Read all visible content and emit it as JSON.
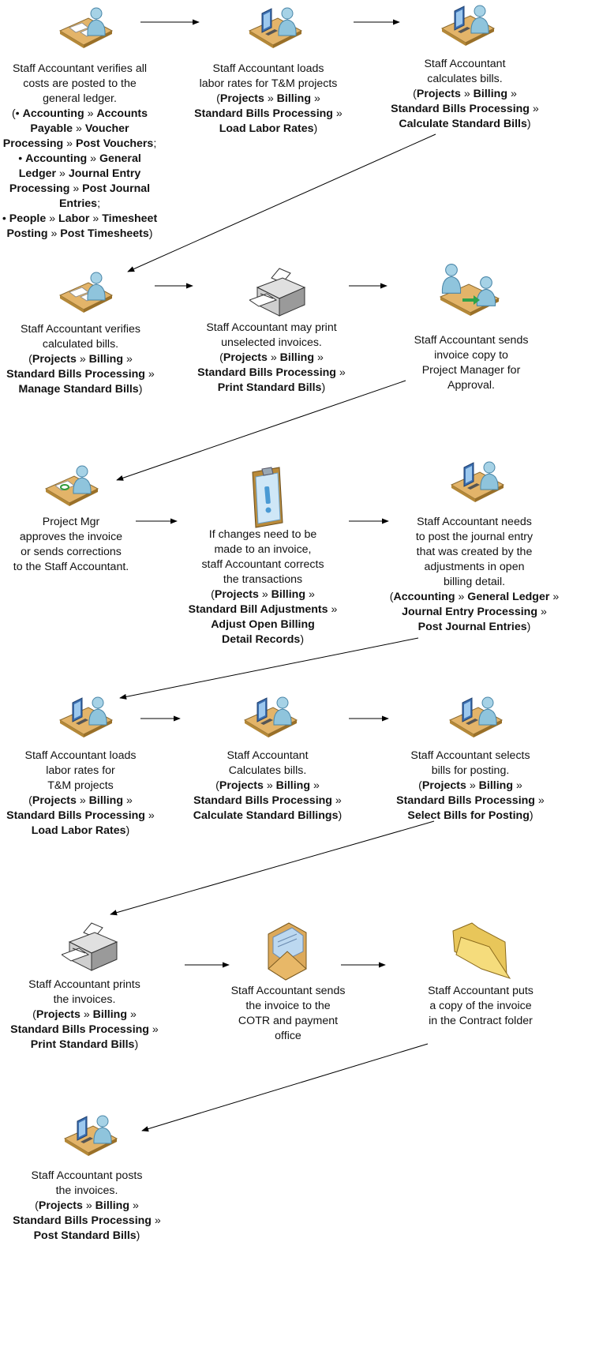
{
  "nodes": [
    {
      "id": "n1",
      "icon": "desk-worker-icon",
      "caption": [
        "Staff Accountant verifies all",
        "costs are posted to the",
        "general ledger.",
        "(• **Accounting** » **Accounts**",
        "**Payable** » **Voucher**",
        "**Processing** » **Post Vouchers**;",
        "• **Accounting** » **General**",
        "**Ledger** » **Journal Entry**",
        "**Processing** » **Post Journal**",
        "**Entries**;",
        "• **People** » **Labor** » **Timesheet**",
        "**Posting** » **Post Timesheets**)"
      ]
    },
    {
      "id": "n2",
      "icon": "computer-worker-icon",
      "caption": [
        "Staff Accountant loads",
        "labor rates for T&M projects",
        "(**Projects** » **Billing** »",
        "**Standard Bills Processing** »",
        "**Load Labor Rates**)"
      ]
    },
    {
      "id": "n3",
      "icon": "computer-worker-icon",
      "caption": [
        "Staff Accountant",
        "calculates bills.",
        "(**Projects** » **Billing** »",
        "**Standard Bills Processing** »",
        "**Calculate Standard Bills**)"
      ]
    },
    {
      "id": "n4",
      "icon": "desk-worker-icon",
      "caption": [
        "Staff Accountant verifies",
        "calculated bills.",
        "(**Projects** » **Billing** »",
        "**Standard Bills Processing** »",
        "**Manage Standard Bills**)"
      ]
    },
    {
      "id": "n5",
      "icon": "printer-icon",
      "caption": [
        "Staff Accountant may print",
        "unselected invoices.",
        "(**Projects** » **Billing** »",
        "**Standard Bills Processing** »",
        "**Print Standard Bills**)"
      ]
    },
    {
      "id": "n6",
      "icon": "meeting-icon",
      "caption": [
        "Staff Accountant sends",
        "invoice copy to",
        "Project Manager for",
        "Approval."
      ]
    },
    {
      "id": "n7",
      "icon": "approval-desk-icon",
      "caption": [
        "Project Mgr",
        "approves the invoice",
        "or sends corrections",
        "to the Staff Accountant."
      ]
    },
    {
      "id": "n8",
      "icon": "clipboard-alert-icon",
      "caption": [
        "If changes need to be",
        "made to an invoice,",
        "staff Accountant corrects",
        "the transactions",
        "(**Projects** » **Billing** »",
        "**Standard Bill Adjustments** »",
        "**Adjust Open Billing**",
        "**Detail Records**)"
      ]
    },
    {
      "id": "n9",
      "icon": "computer-worker-icon",
      "caption": [
        "Staff Accountant needs",
        "to post the journal entry",
        "that was created by the",
        "adjustments in open",
        "billing detail.",
        "(**Accounting** » **General Ledger** »",
        "**Journal Entry Processing** »",
        "**Post Journal Entries**)"
      ]
    },
    {
      "id": "n10",
      "icon": "computer-worker-icon",
      "caption": [
        "Staff Accountant loads",
        "labor rates for",
        "T&M projects",
        "(**Projects** » **Billing** »",
        "**Standard Bills Processing** »",
        "**Load Labor Rates**)"
      ]
    },
    {
      "id": "n11",
      "icon": "computer-worker-icon",
      "caption": [
        "Staff Accountant",
        "Calculates bills.",
        "(**Projects** » **Billing** »",
        "**Standard Bills Processing** »",
        "**Calculate Standard Billings**)"
      ]
    },
    {
      "id": "n12",
      "icon": "computer-worker-icon",
      "caption": [
        "Staff Accountant selects",
        "bills for posting.",
        "(**Projects** » **Billing** »",
        "**Standard Bills Processing** »",
        "**Select Bills for Posting**)"
      ]
    },
    {
      "id": "n13",
      "icon": "printer-icon",
      "caption": [
        "Staff Accountant prints",
        "the invoices.",
        "(**Projects** » **Billing** »",
        "**Standard Bills Processing** »",
        "**Print Standard Bills**)"
      ]
    },
    {
      "id": "n14",
      "icon": "envelope-icon",
      "caption": [
        "Staff Accountant sends",
        "the invoice to the",
        "COTR and payment",
        "office"
      ]
    },
    {
      "id": "n15",
      "icon": "folder-icon",
      "caption": [
        "Staff Accountant puts",
        "a copy of the invoice",
        "in the Contract folder"
      ]
    },
    {
      "id": "n16",
      "icon": "computer-worker-icon",
      "caption": [
        "Staff Accountant posts",
        "the invoices.",
        "(**Projects** » **Billing** »",
        "**Standard Bills Processing** »",
        "**Post Standard Bills**)"
      ]
    }
  ],
  "edges": [
    [
      "n1",
      "n2"
    ],
    [
      "n2",
      "n3"
    ],
    [
      "n3",
      "n4"
    ],
    [
      "n4",
      "n5"
    ],
    [
      "n5",
      "n6"
    ],
    [
      "n6",
      "n7"
    ],
    [
      "n7",
      "n8"
    ],
    [
      "n8",
      "n9"
    ],
    [
      "n9",
      "n10"
    ],
    [
      "n10",
      "n11"
    ],
    [
      "n11",
      "n12"
    ],
    [
      "n12",
      "n13"
    ],
    [
      "n13",
      "n14"
    ],
    [
      "n14",
      "n15"
    ],
    [
      "n15",
      "n16"
    ]
  ]
}
